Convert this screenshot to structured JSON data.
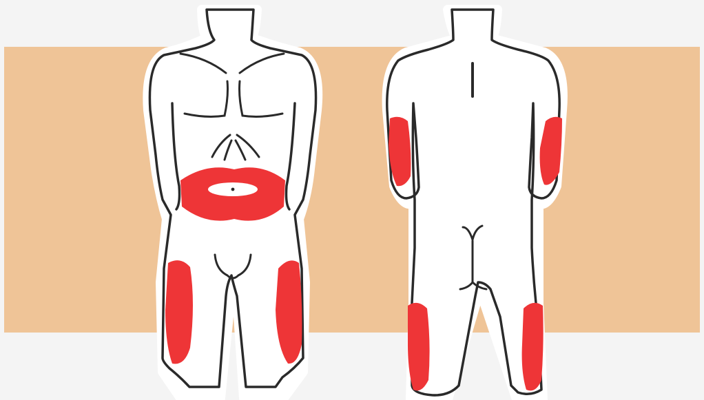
{
  "colors": {
    "background": "#f4f4f4",
    "band": "#efc497",
    "body_fill": "#ffffff",
    "outline": "#2a2a2a",
    "injection_zone": "#ee3537"
  },
  "figures": [
    {
      "view": "front",
      "injection_zones": [
        "abdomen",
        "left-thigh-front",
        "right-thigh-front"
      ]
    },
    {
      "view": "back",
      "injection_zones": [
        "left-upper-arm-back",
        "right-upper-arm-back",
        "left-thigh-back",
        "right-thigh-back"
      ]
    }
  ]
}
